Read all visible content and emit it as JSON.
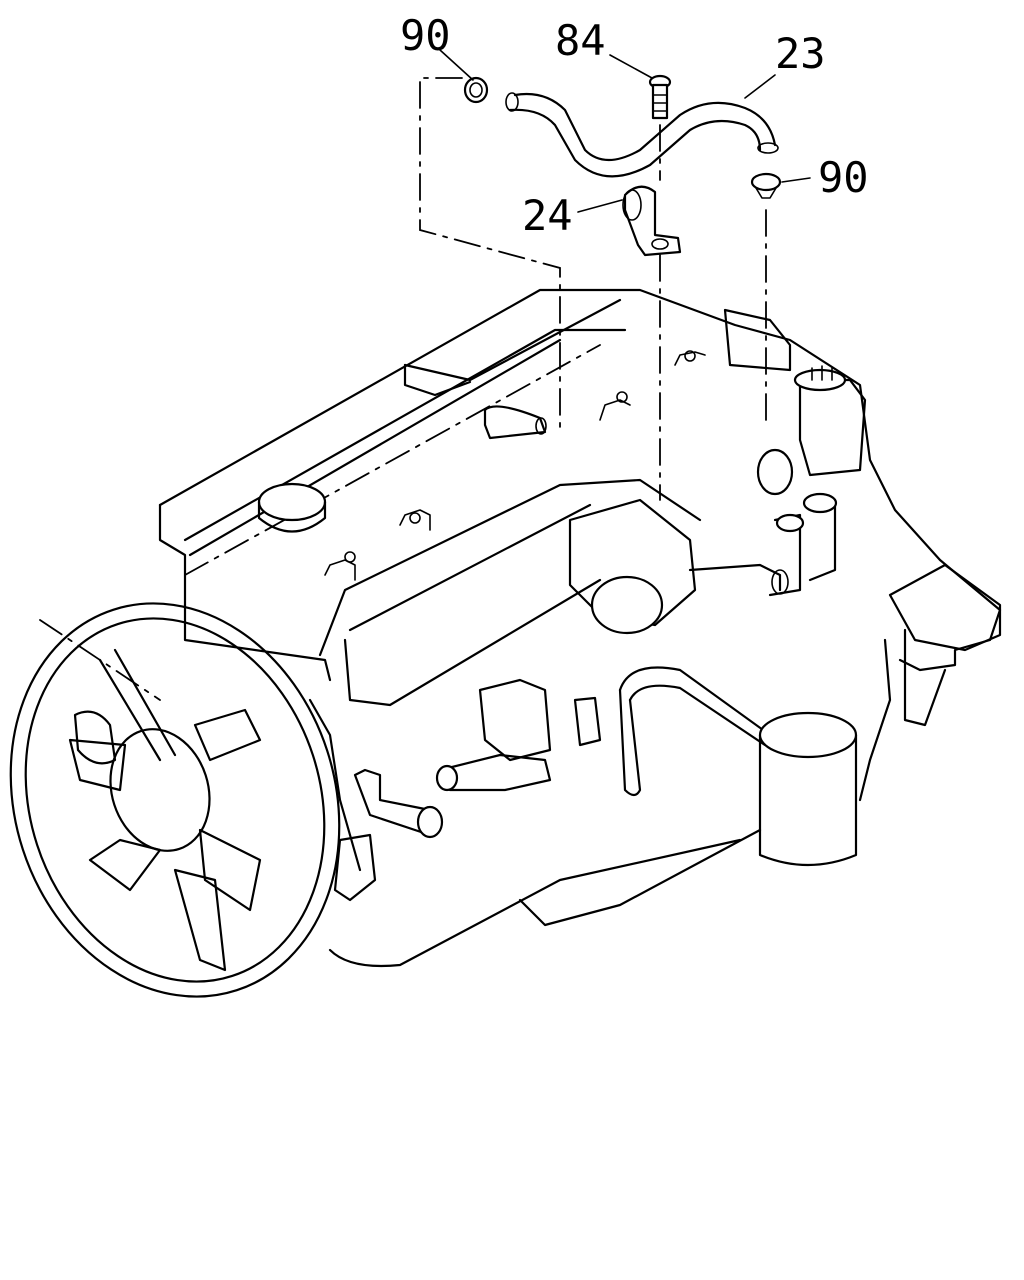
{
  "callouts": [
    {
      "id": "c90a",
      "label": "90"
    },
    {
      "id": "c84",
      "label": "84"
    },
    {
      "id": "c23",
      "label": "23"
    },
    {
      "id": "c24",
      "label": "24"
    },
    {
      "id": "c90b",
      "label": "90"
    }
  ]
}
